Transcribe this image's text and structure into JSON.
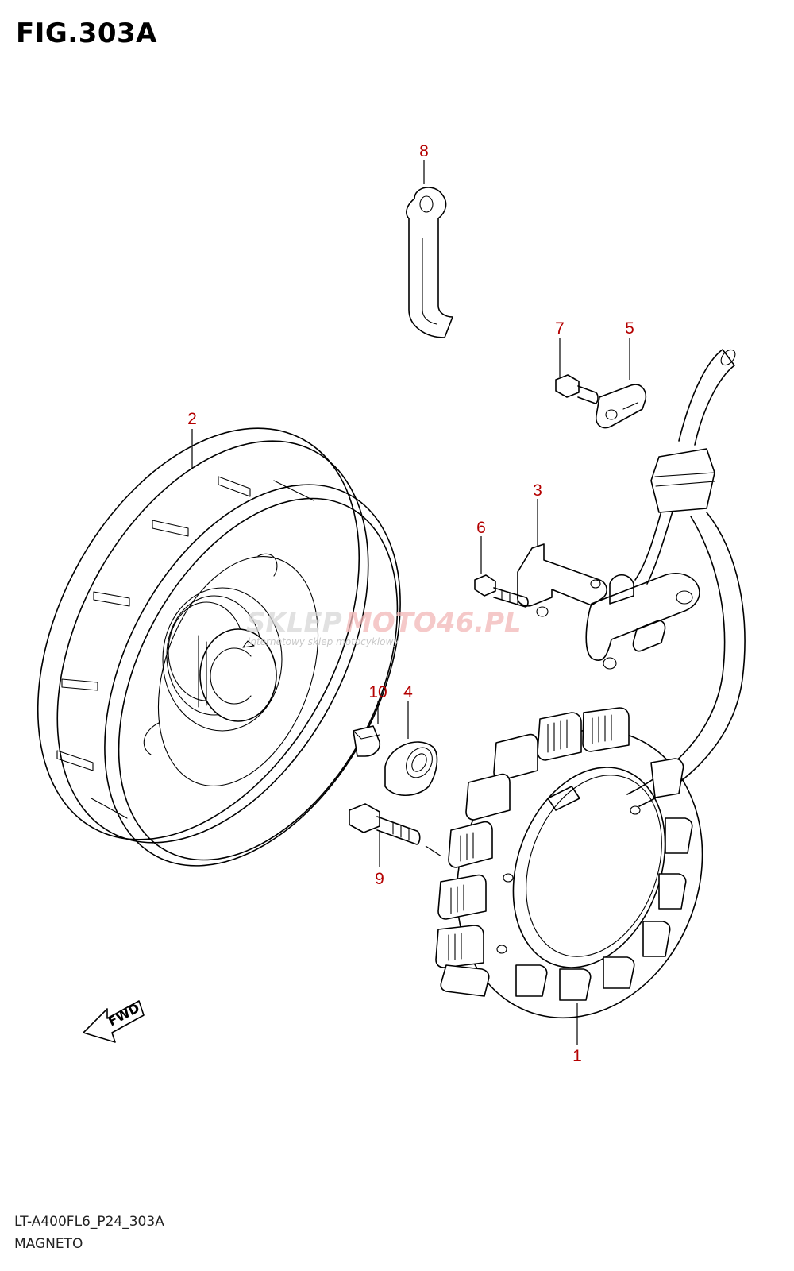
{
  "figure": {
    "title": "FIG.303A",
    "code": "LT-A400FL6_P24_303A",
    "name": "MAGNETO"
  },
  "callouts": [
    "1",
    "2",
    "3",
    "4",
    "5",
    "6",
    "7",
    "8",
    "9",
    "10"
  ],
  "fwd_label": "FWD",
  "watermark": {
    "text_a": "SKLEP",
    "text_b": "MOTO46.PL",
    "tagline": "internetowy sklep motocyklowy"
  },
  "colors": {
    "callout": "#b40000",
    "line": "#000000"
  }
}
